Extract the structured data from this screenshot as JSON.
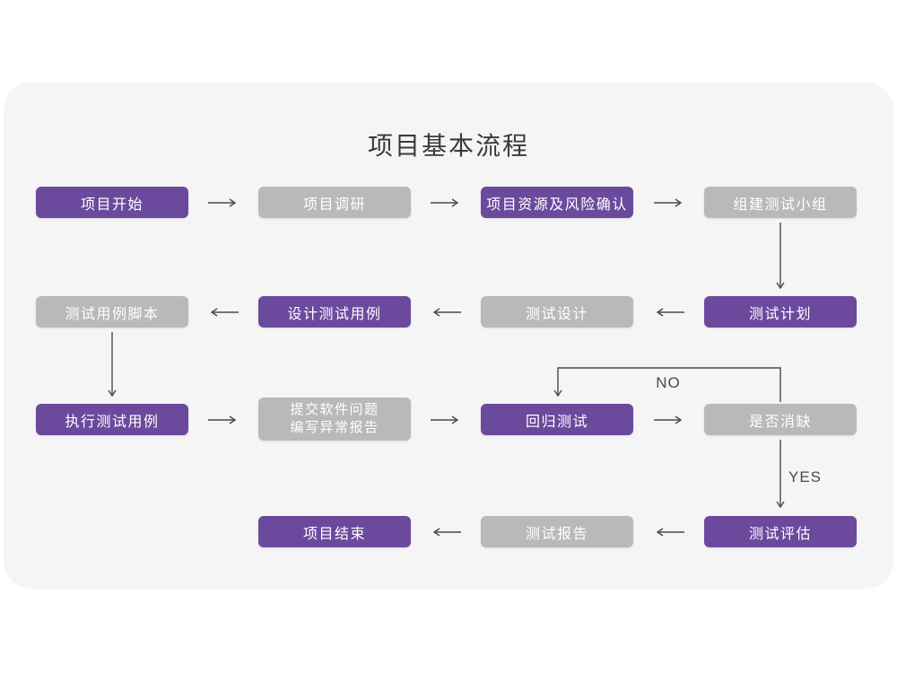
{
  "title": "项目基本流程",
  "labels": {
    "no": "NO",
    "yes": "YES"
  },
  "colors": {
    "purple": "#6b4a9e",
    "gray": "#b9b9b9",
    "card_background": "#f5f5f6",
    "arrow": "#4a4a4a",
    "node_text": "#ffffff",
    "title_text": "#3a3a3a"
  },
  "nodes": {
    "start": {
      "label": "项目开始",
      "type": "purple"
    },
    "survey": {
      "label": "项目调研",
      "type": "gray"
    },
    "risk": {
      "label": "项目资源及风险确认",
      "type": "purple"
    },
    "team": {
      "label": "组建测试小组",
      "type": "gray"
    },
    "script": {
      "label": "测试用例脚本",
      "type": "gray"
    },
    "design_case": {
      "label": "设计测试用例",
      "type": "purple"
    },
    "test_design": {
      "label": "测试设计",
      "type": "gray"
    },
    "plan": {
      "label": "测试计划",
      "type": "purple"
    },
    "execute": {
      "label": "执行测试用例",
      "type": "purple"
    },
    "submit": {
      "line1": "提交软件问题",
      "line2": "编写异常报告",
      "type": "gray"
    },
    "regression": {
      "label": "回归测试",
      "type": "purple"
    },
    "defect_check": {
      "label": "是否消缺",
      "type": "gray"
    },
    "evaluate": {
      "label": "测试评估",
      "type": "purple"
    },
    "report": {
      "label": "测试报告",
      "type": "gray"
    },
    "end": {
      "label": "项目结束",
      "type": "purple"
    }
  }
}
